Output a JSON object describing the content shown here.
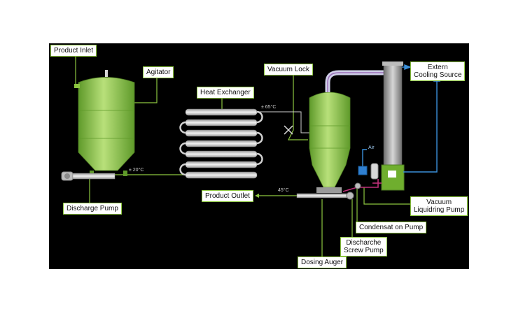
{
  "labels": {
    "product_inlet": "Product Inlet",
    "agitator": "Agitator",
    "heat_exchanger": "Heat Exchanger",
    "vacuum_lock": "Vacuum Lock",
    "extern_cooling_line1": "Extern",
    "extern_cooling_line2": "Cooling Source",
    "product_outlet": "Product Outlet",
    "discharge_pump": "Discharge Pump",
    "vacuum_pump_line1": "Vacuum",
    "vacuum_pump_line2": "Liquidring Pump",
    "condensate_pump": "Condensat on Pump",
    "screw_pump_line1": "Discharche",
    "screw_pump_line2": "Screw Pump",
    "dosing_auger": "Dosing Auger",
    "air": "Air"
  },
  "temperatures": {
    "heat_exchanger_out": "± 65°C",
    "tank_out": "± 20°C",
    "outlet": "45°C"
  },
  "colors": {
    "background": "#000000",
    "vessel_green": "#8cc63f",
    "vessel_green_light": "#b8e07a",
    "line_green": "#8cc63f",
    "line_blue": "#3b8fd9",
    "line_magenta": "#c0307a",
    "column_grey": "#9a9a9a"
  }
}
